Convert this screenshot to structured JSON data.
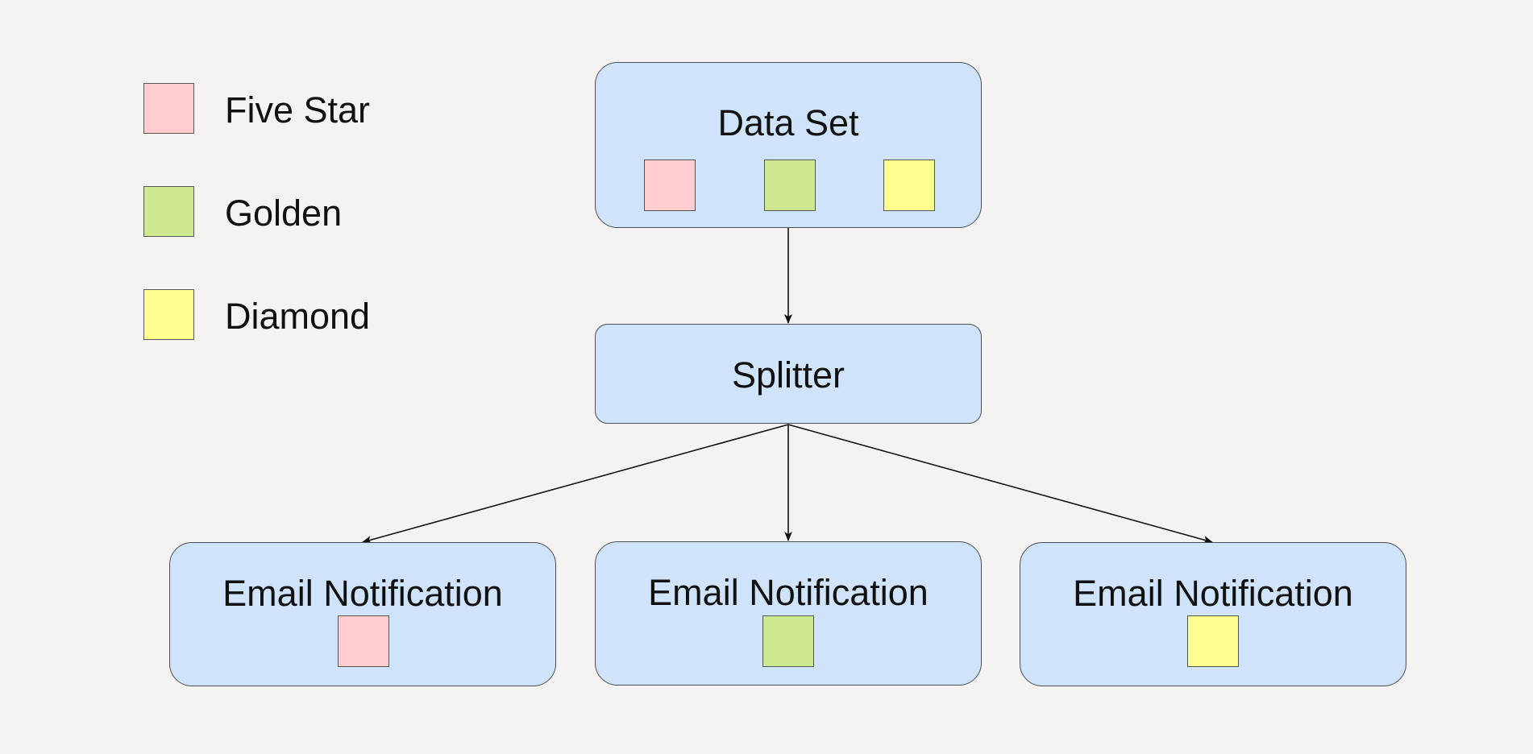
{
  "colors": {
    "five_star": "#ffcccf",
    "golden": "#cde891",
    "diamond": "#ffff8f",
    "node_fill": "#cfe3fb",
    "background": "#f4f3f1"
  },
  "legend": [
    {
      "label": "Five Star",
      "color": "#ffcccf"
    },
    {
      "label": "Golden",
      "color": "#cde891"
    },
    {
      "label": "Diamond",
      "color": "#ffff8f"
    }
  ],
  "nodes": {
    "data_set": {
      "title": "Data Set",
      "swatches": [
        "#ffcccf",
        "#cde891",
        "#ffff8f"
      ]
    },
    "splitter": {
      "title": "Splitter"
    },
    "email_1": {
      "title": "Email Notification",
      "swatch": "#ffcccf"
    },
    "email_2": {
      "title": "Email Notification",
      "swatch": "#cde891"
    },
    "email_3": {
      "title": "Email Notification",
      "swatch": "#ffff8f"
    }
  },
  "edges": [
    {
      "from": "Data Set",
      "to": "Splitter"
    },
    {
      "from": "Splitter",
      "to": "Email Notification (Five Star)"
    },
    {
      "from": "Splitter",
      "to": "Email Notification (Golden)"
    },
    {
      "from": "Splitter",
      "to": "Email Notification (Diamond)"
    }
  ]
}
